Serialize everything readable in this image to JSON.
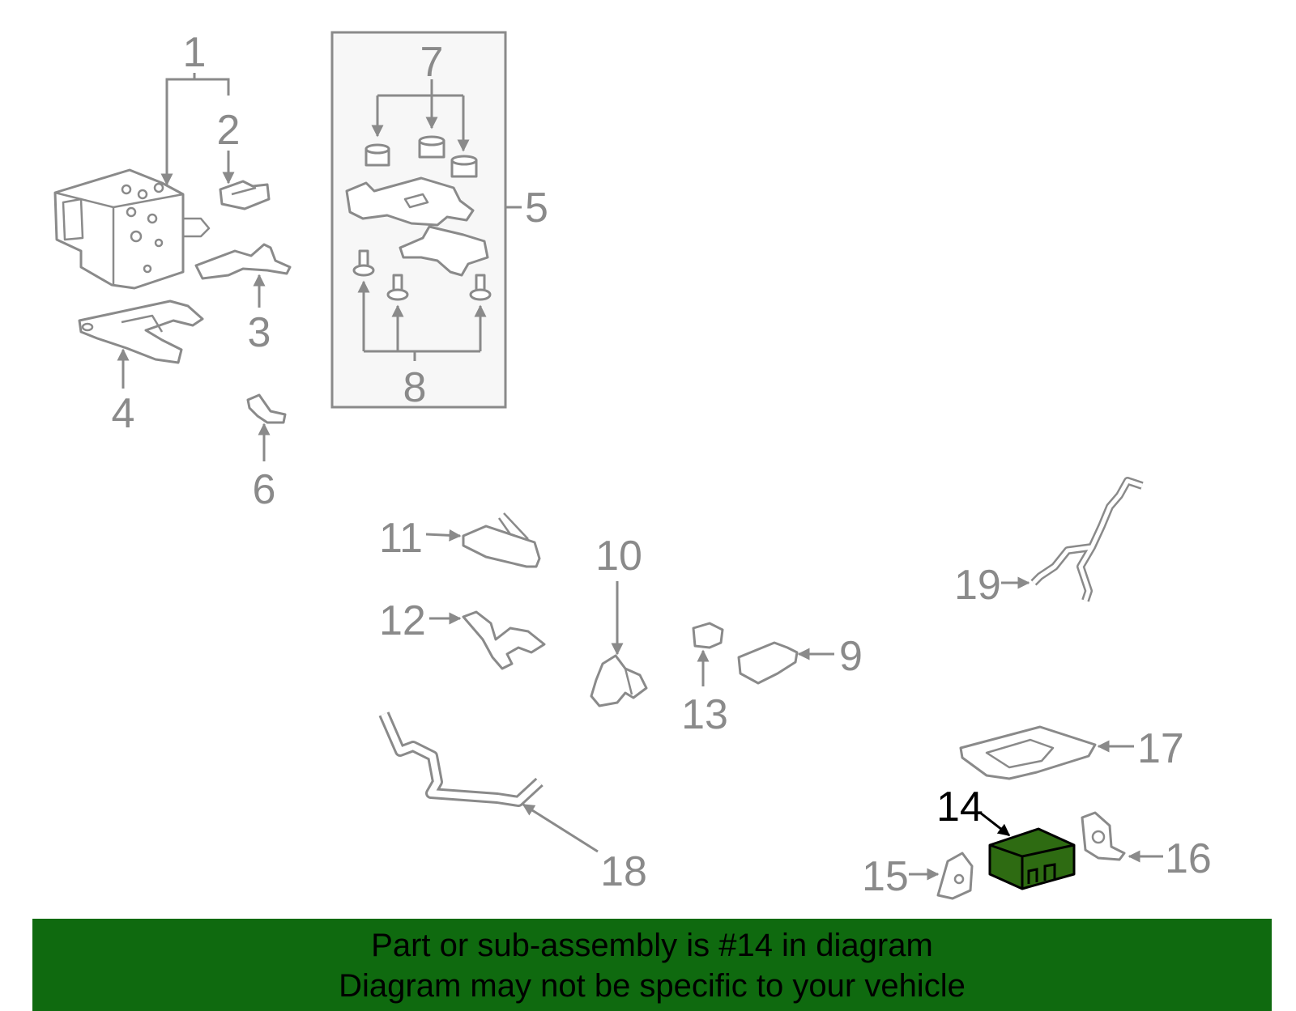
{
  "colors": {
    "part_stroke": "#8a8a8a",
    "highlight_fill": "#2e6b12",
    "banner_background": "#0f6a0f",
    "banner_text": "#000000"
  },
  "callouts": [
    {
      "id": "1",
      "label": "1"
    },
    {
      "id": "2",
      "label": "2"
    },
    {
      "id": "3",
      "label": "3"
    },
    {
      "id": "4",
      "label": "4"
    },
    {
      "id": "5",
      "label": "5"
    },
    {
      "id": "6",
      "label": "6"
    },
    {
      "id": "7",
      "label": "7"
    },
    {
      "id": "8",
      "label": "8"
    },
    {
      "id": "9",
      "label": "9"
    },
    {
      "id": "10",
      "label": "10"
    },
    {
      "id": "11",
      "label": "11"
    },
    {
      "id": "12",
      "label": "12"
    },
    {
      "id": "13",
      "label": "13"
    },
    {
      "id": "14",
      "label": "14",
      "highlighted": true
    },
    {
      "id": "15",
      "label": "15"
    },
    {
      "id": "16",
      "label": "16"
    },
    {
      "id": "17",
      "label": "17"
    },
    {
      "id": "18",
      "label": "18"
    },
    {
      "id": "19",
      "label": "19"
    }
  ],
  "banner": {
    "line1": "Part or sub-assembly is #14 in diagram",
    "line2": "Diagram may not be specific to your vehicle"
  }
}
